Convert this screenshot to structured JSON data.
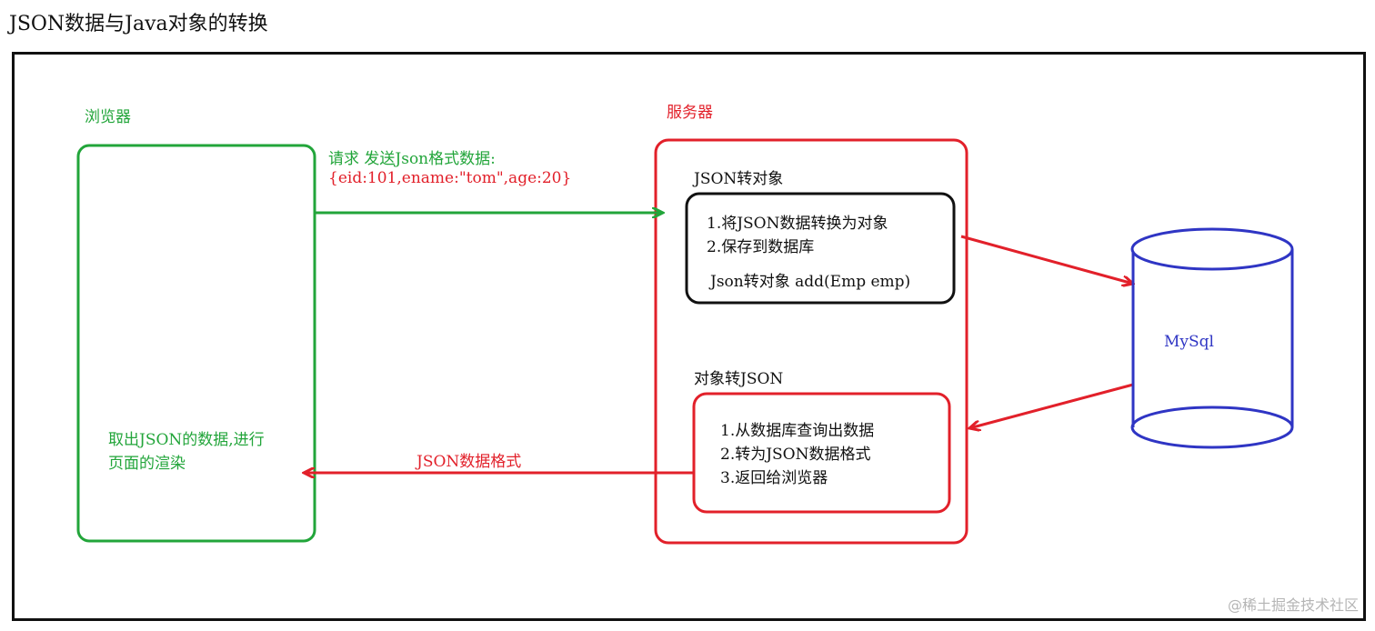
{
  "title": "JSON数据与Java对象的转换",
  "browser": {
    "label": "浏览器",
    "render_line1": "取出JSON的数据,进行",
    "render_line2": "页面的渲染"
  },
  "request": {
    "label": "请求 发送Json格式数据:",
    "payload": "{eid:101,ename:\"tom\",age:20}"
  },
  "server": {
    "label": "服务器",
    "json_to_object": {
      "label": "JSON转对象",
      "step1": "1.将JSON数据转换为对象",
      "step2": "2.保存到数据库",
      "method": "Json转对象 add(Emp emp)"
    },
    "object_to_json": {
      "label": "对象转JSON",
      "step1": "1.从数据库查询出数据",
      "step2": "2.转为JSON数据格式",
      "step3": "3.返回给浏览器"
    }
  },
  "response": {
    "label": "JSON数据格式"
  },
  "database": {
    "label": "MySql"
  },
  "watermark": "@稀土掘金技术社区",
  "colors": {
    "green": "#22a53a",
    "red": "#e2202a",
    "blue": "#2f35c4",
    "black": "#111111"
  }
}
